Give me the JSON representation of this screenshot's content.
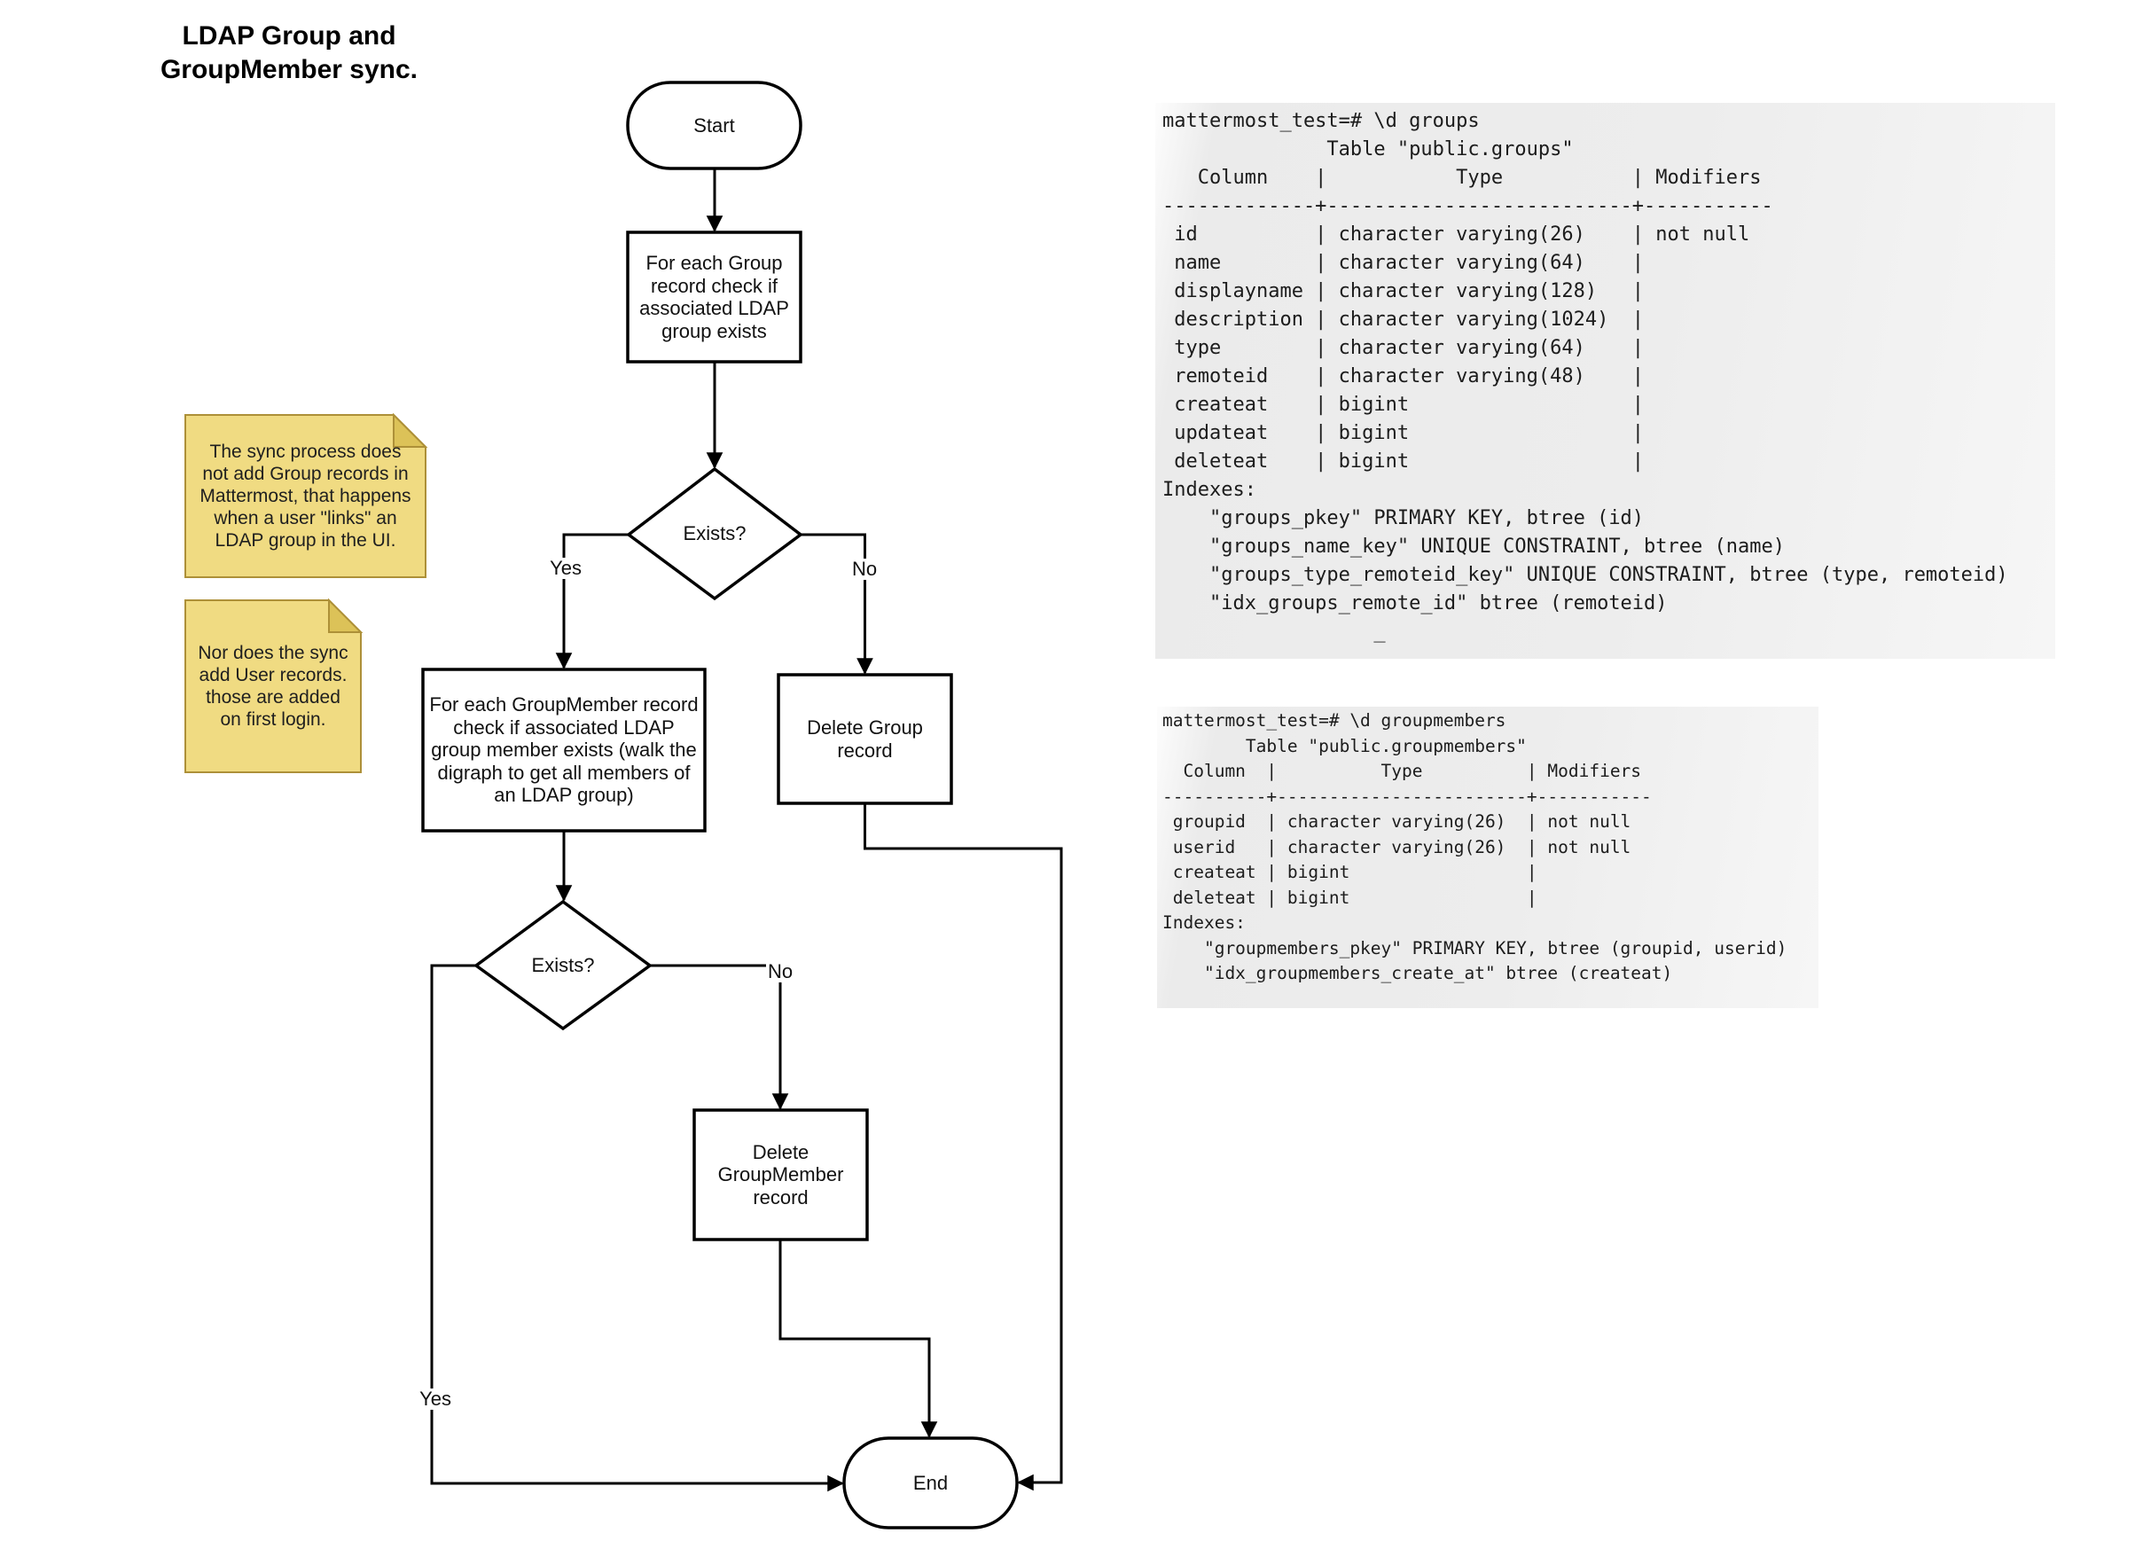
{
  "title": "LDAP Group and\nGroupMember sync.",
  "flowchart": {
    "nodes": {
      "start": "Start",
      "check_group": "For each Group\nrecord check if\nassociated LDAP\ngroup exists",
      "exists1": "Exists?",
      "check_groupmember": "For each GroupMember record\ncheck if associated LDAP\ngroup member exists (walk the\ndigraph to get all members of\nan LDAP group)",
      "delete_group": "Delete Group\nrecord",
      "exists2": "Exists?",
      "delete_groupmember": "Delete\nGroupMember\nrecord",
      "end": "End"
    },
    "edge_labels": {
      "yes1": "Yes",
      "no1": "No",
      "yes2": "Yes",
      "no2": "No"
    }
  },
  "notes": {
    "note1": "The sync process does\nnot add Group records in\nMattermost, that happens\nwhen a user \"links\" an\nLDAP group in the UI.",
    "note2": "Nor does the sync\nadd User records.\nthose are added\non first login."
  },
  "terminals": {
    "groups": {
      "lines": [
        "mattermost_test=# \\d groups",
        "              Table \"public.groups\"",
        "   Column    |           Type           | Modifiers",
        "-------------+--------------------------+-----------",
        " id          | character varying(26)    | not null",
        " name        | character varying(64)    | ",
        " displayname | character varying(128)   | ",
        " description | character varying(1024)  | ",
        " type        | character varying(64)    | ",
        " remoteid    | character varying(48)    | ",
        " createat    | bigint                   | ",
        " updateat    | bigint                   | ",
        " deleteat    | bigint                   | ",
        "Indexes:",
        "    \"groups_pkey\" PRIMARY KEY, btree (id)",
        "    \"groups_name_key\" UNIQUE CONSTRAINT, btree (name)",
        "    \"groups_type_remoteid_key\" UNIQUE CONSTRAINT, btree (type, remoteid)",
        "    \"idx_groups_remote_id\" btree (remoteid)",
        "                  _"
      ]
    },
    "groupmembers": {
      "lines": [
        "mattermost_test=# \\d groupmembers",
        "        Table \"public.groupmembers\"",
        "  Column  |          Type          | Modifiers",
        "----------+------------------------+-----------",
        " groupid  | character varying(26)  | not null",
        " userid   | character varying(26)  | not null",
        " createat | bigint                 | ",
        " deleteat | bigint                 | ",
        "Indexes:",
        "    \"groupmembers_pkey\" PRIMARY KEY, btree (groupid, userid)",
        "    \"idx_groupmembers_create_at\" btree (createat)"
      ]
    }
  },
  "colors": {
    "line": "#000000",
    "shape_fill": "#ffffff",
    "note_fill": "#F0DB82",
    "note_fold": "#DCC258",
    "note_border": "#AD9038",
    "terminal_text": "#1c1c1c"
  }
}
